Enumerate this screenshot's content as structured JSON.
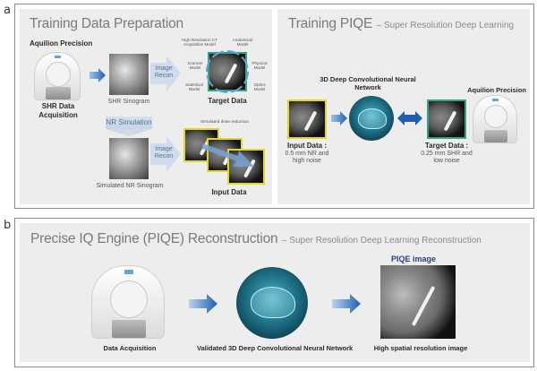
{
  "panel_a": {
    "letter": "a",
    "left_card": {
      "title": "Training Data Preparation",
      "scanner_label": "Aquilion Precision",
      "acquisition_label": "SHR Data Acquisition",
      "shr_sinogram_label": "SHR Sinogram",
      "nr_simulation_label": "NR Simulation",
      "simulated_sinogram_label": "Simulated NR Sinogram",
      "image_recon_label_top": "Image Recon",
      "image_recon_label_bottom": "Image Recon",
      "target_data_label": "Target Data",
      "input_data_label": "Input Data",
      "dose_reduction_label": "Simulated dose reduction",
      "models": {
        "top_left": "High Resolution CT Acquisition Model",
        "top_right": "Anatomical Model",
        "mid_left": "Scanner Model",
        "mid_right": "Physical Model",
        "bot_left": "Statistical Model",
        "bot_right": "Optics Model"
      }
    },
    "right_card": {
      "title": "Training PIQE",
      "subtitle": "– Super Resolution Deep Learning",
      "network_label": "3D Deep Convolutional Neural Network",
      "scanner_label": "Aquilion Precision",
      "input_title": "Input Data :",
      "input_desc": "0.5 mm NR and high noise",
      "target_title": "Target Data :",
      "target_desc": "0.25 mm SHR and low noise"
    }
  },
  "panel_b": {
    "letter": "b",
    "title": "Precise IQ Engine (PIQE) Reconstruction",
    "subtitle": "– Super Resolution Deep Learning Reconstruction",
    "piqe_image_label": "PIQE image",
    "steps": [
      {
        "label": "Data Acquisition"
      },
      {
        "label": "Validated 3D Deep Convolutional Neural Network"
      },
      {
        "label": "High spatial resolution image"
      }
    ]
  },
  "colors": {
    "input_frame": "#e2d820",
    "target_frame": "#2fa58a",
    "arrow_blue": "#1f5fb0",
    "piqe_label": "#2b3f7a"
  }
}
